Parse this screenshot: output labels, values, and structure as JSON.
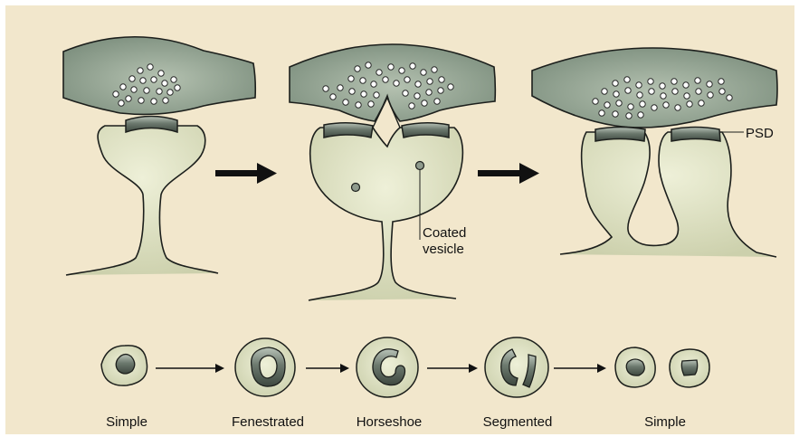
{
  "colors": {
    "background": "#F2E7CC",
    "presynaptic": "#8E9E8D",
    "presynaptic_light": "#A7B5A4",
    "spine": "#DEE0C2",
    "spine_light": "#ECEED5",
    "psd": "#5E6B60",
    "psd_light": "#9AA89B",
    "outline": "#1C1F1C"
  },
  "labels": {
    "psd": "PSD",
    "coated_line1": "Coated",
    "coated_line2": "vesicle"
  },
  "stages": [
    {
      "label": "Simple",
      "icon": "simple-psd-icon"
    },
    {
      "label": "Fenestrated",
      "icon": "fenestrated-psd-icon"
    },
    {
      "label": "Horseshoe",
      "icon": "horseshoe-psd-icon"
    },
    {
      "label": "Segmented",
      "icon": "segmented-psd-icon"
    },
    {
      "label": "Simple",
      "icon": "two-simple-psd-icon"
    }
  ]
}
